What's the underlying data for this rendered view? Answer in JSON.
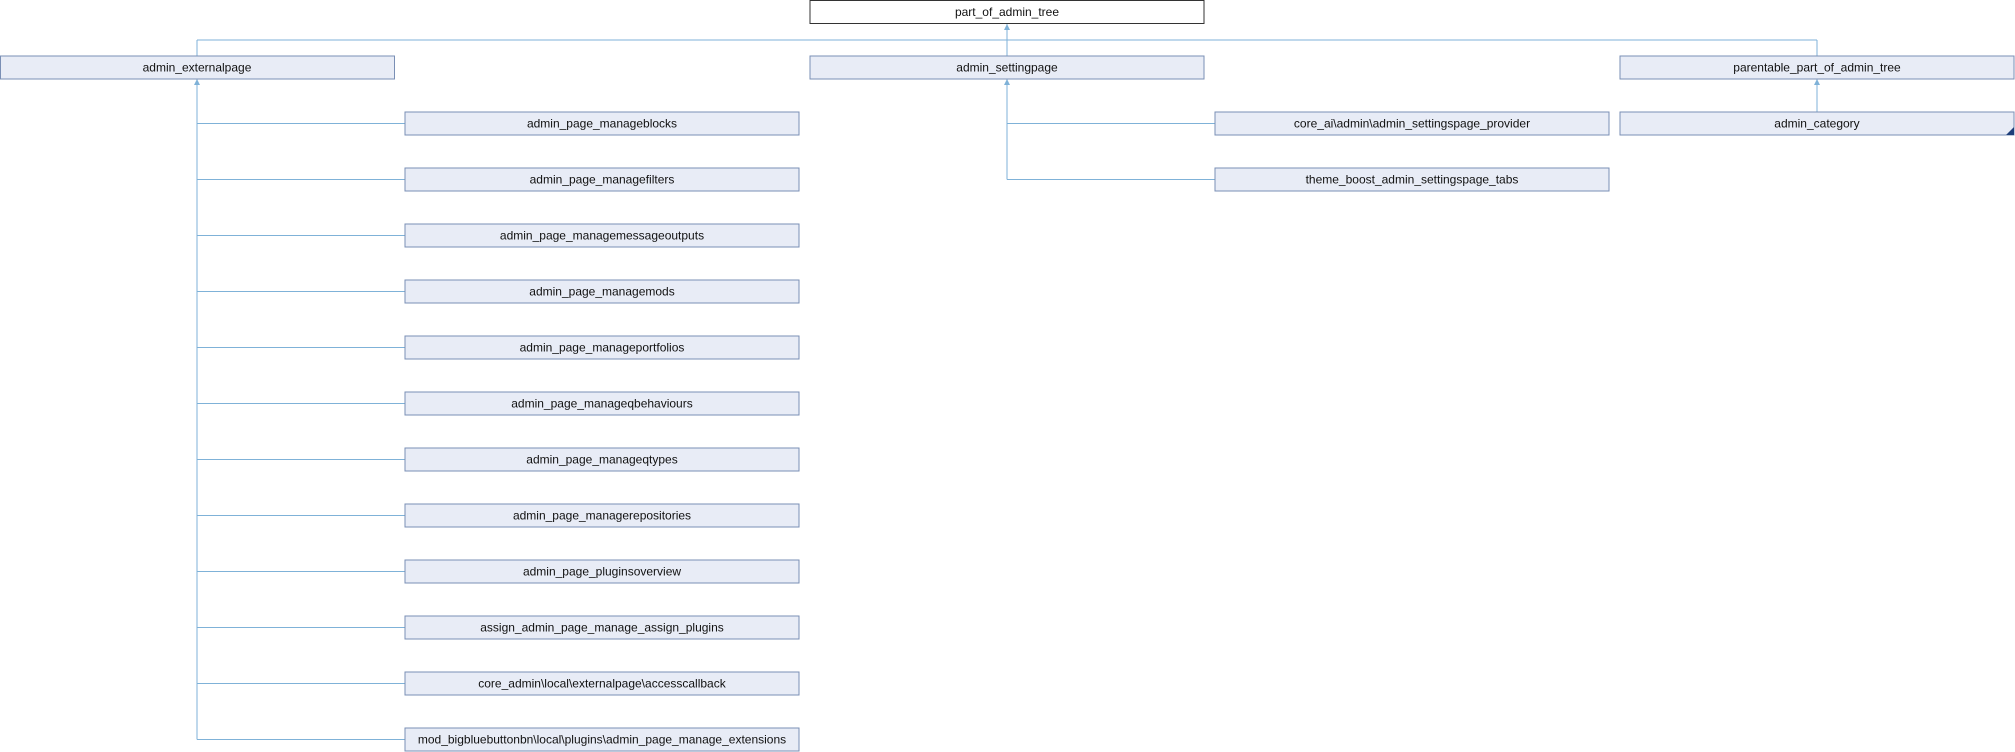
{
  "diagram": {
    "root": "part_of_admin_tree",
    "level1": [
      "admin_externalpage",
      "admin_settingpage",
      "parentable_part_of_admin_tree"
    ],
    "externalpage_children": [
      "admin_page_manageblocks",
      "admin_page_managefilters",
      "admin_page_managemessageoutputs",
      "admin_page_managemods",
      "admin_page_manageportfolios",
      "admin_page_manageqbehaviours",
      "admin_page_manageqtypes",
      "admin_page_managerepositories",
      "admin_page_pluginsoverview",
      "assign_admin_page_manage_assign_plugins",
      "core_admin\\local\\externalpage\\accesscallback",
      "mod_bigbluebuttonbn\\local\\plugins\\admin_page_manage_extensions"
    ],
    "settingpage_children": [
      "core_ai\\admin\\admin_settingspage_provider",
      "theme_boost_admin_settingspage_tabs"
    ],
    "parentable_children": [
      "admin_category"
    ]
  }
}
